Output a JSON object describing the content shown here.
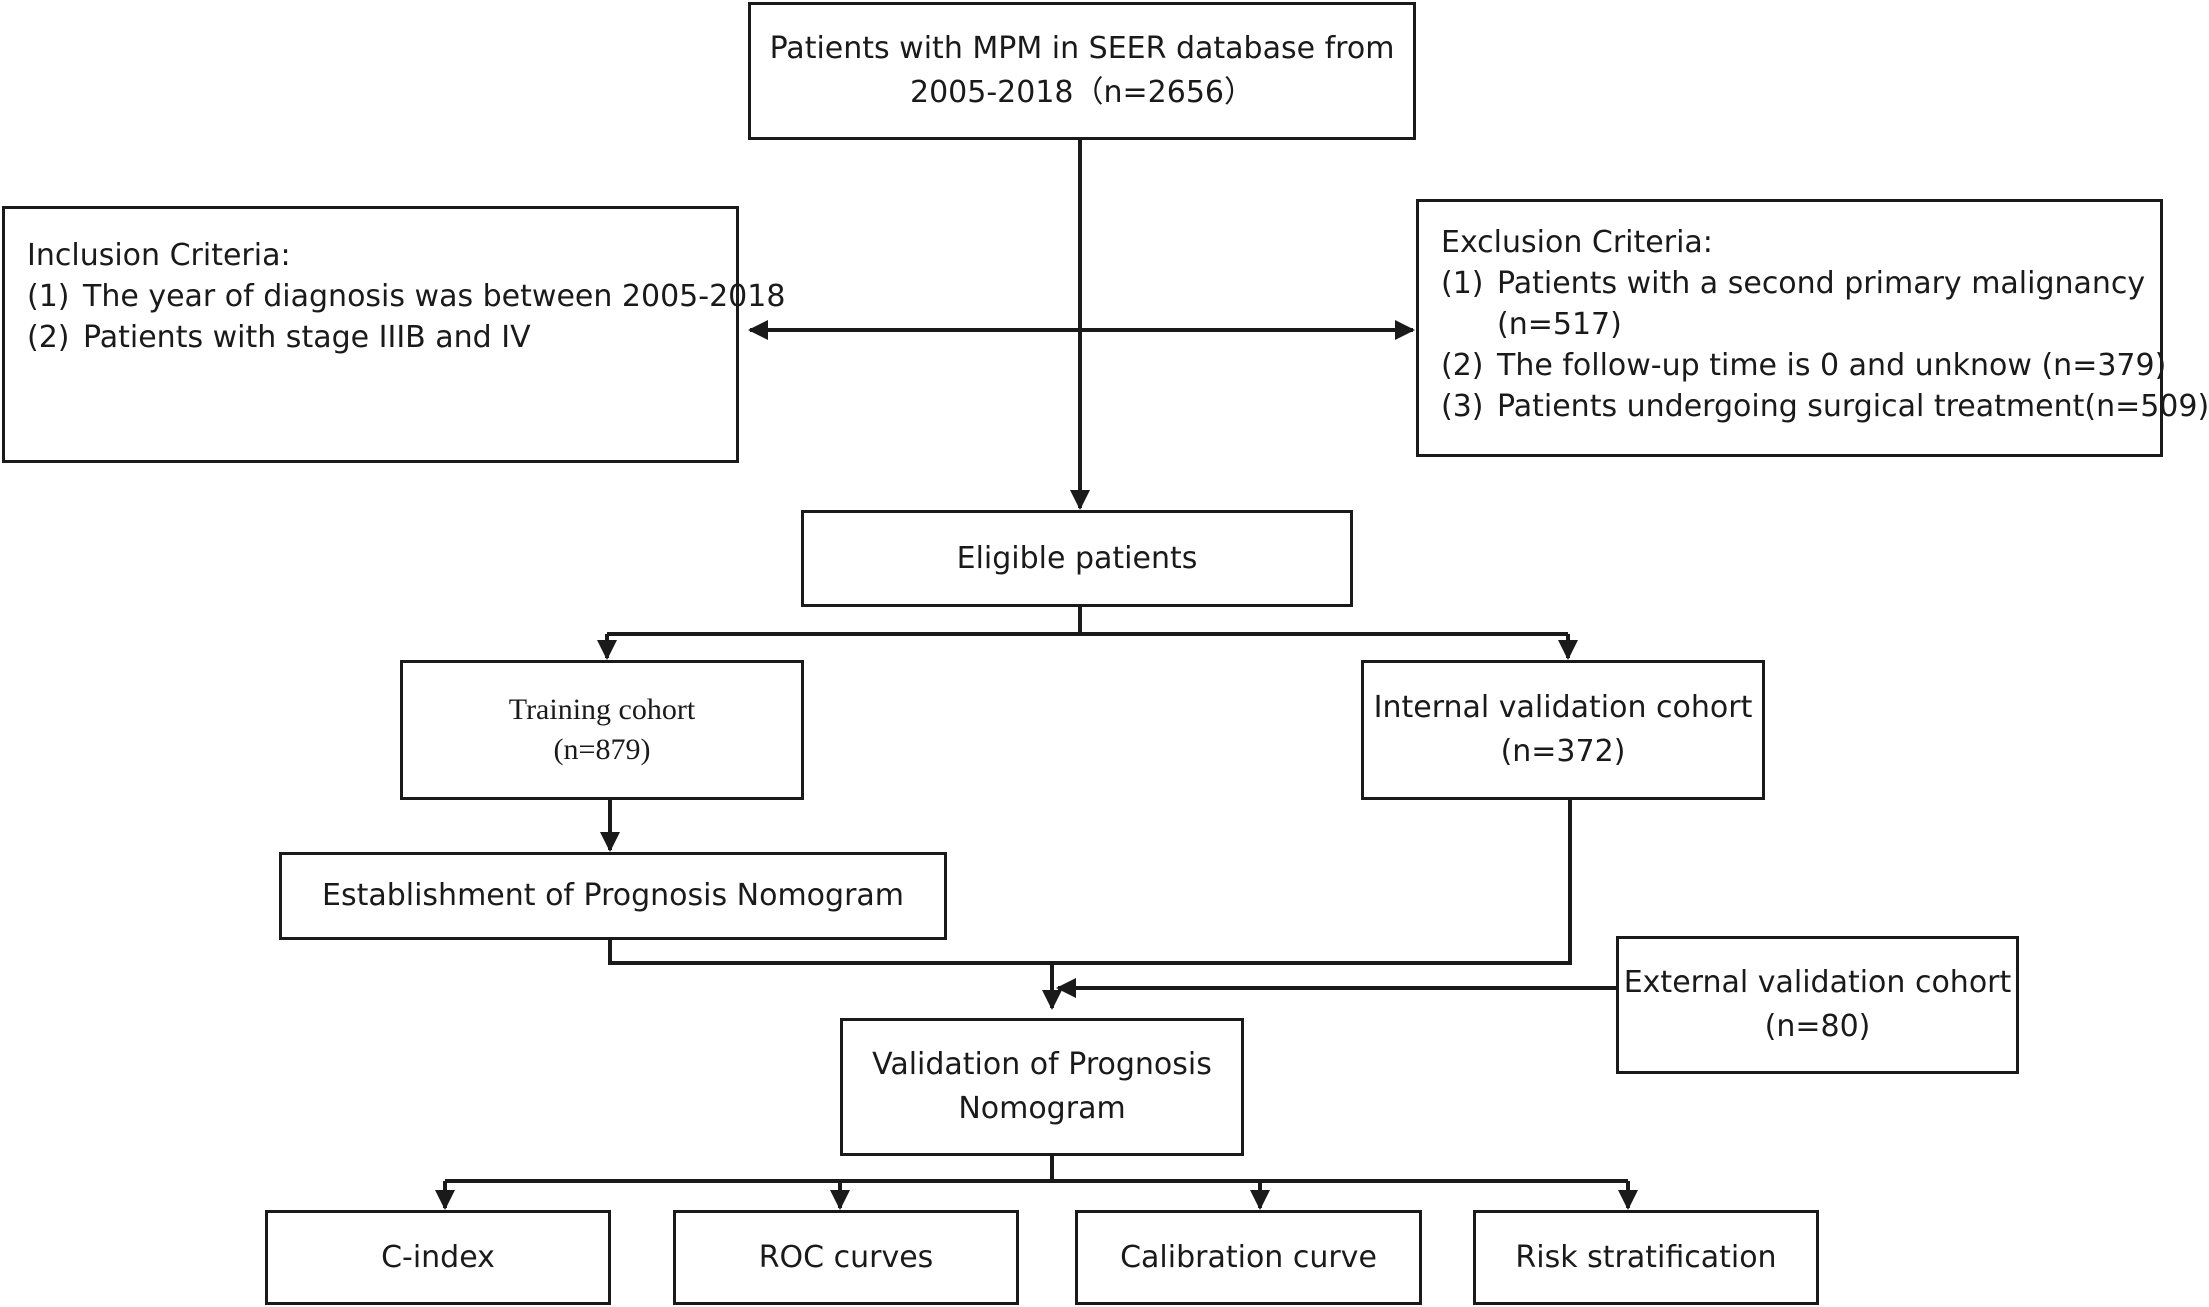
{
  "source": {
    "line1": "Patients with MPM in SEER database from",
    "line2": "2005-2018（n=2656）"
  },
  "inclusion": {
    "heading": "Inclusion Criteria:",
    "items": [
      {
        "num": "(1)",
        "text": "The year of diagnosis was between 2005-2018"
      },
      {
        "num": "(2)",
        "text": "Patients with stage IIIB and IV"
      }
    ]
  },
  "exclusion": {
    "heading": "Exclusion Criteria:",
    "items": [
      {
        "num": "(1)",
        "text": "Patients with a second primary malignancy",
        "cont": "(n=517)"
      },
      {
        "num": "(2)",
        "text": "The follow-up time is 0 and unknow (n=379)"
      },
      {
        "num": "(3)",
        "text": "Patients undergoing surgical treatment(n=509)"
      }
    ]
  },
  "eligible": {
    "label": "Eligible patients"
  },
  "training": {
    "line1": "Training cohort",
    "line2": "(n=879)"
  },
  "internal": {
    "line1": "Internal validation cohort",
    "line2": "(n=372)"
  },
  "establishment": {
    "label": "Establishment of Prognosis Nomogram"
  },
  "external": {
    "line1": "External validation cohort",
    "line2": "(n=80)"
  },
  "validation": {
    "line1": "Validation of Prognosis",
    "line2": "Nomogram"
  },
  "outcomes": [
    "C-index",
    "ROC curves",
    "Calibration curve",
    "Risk stratification"
  ],
  "colors": {
    "stroke": "#1a1a1a",
    "background": "#ffffff"
  }
}
